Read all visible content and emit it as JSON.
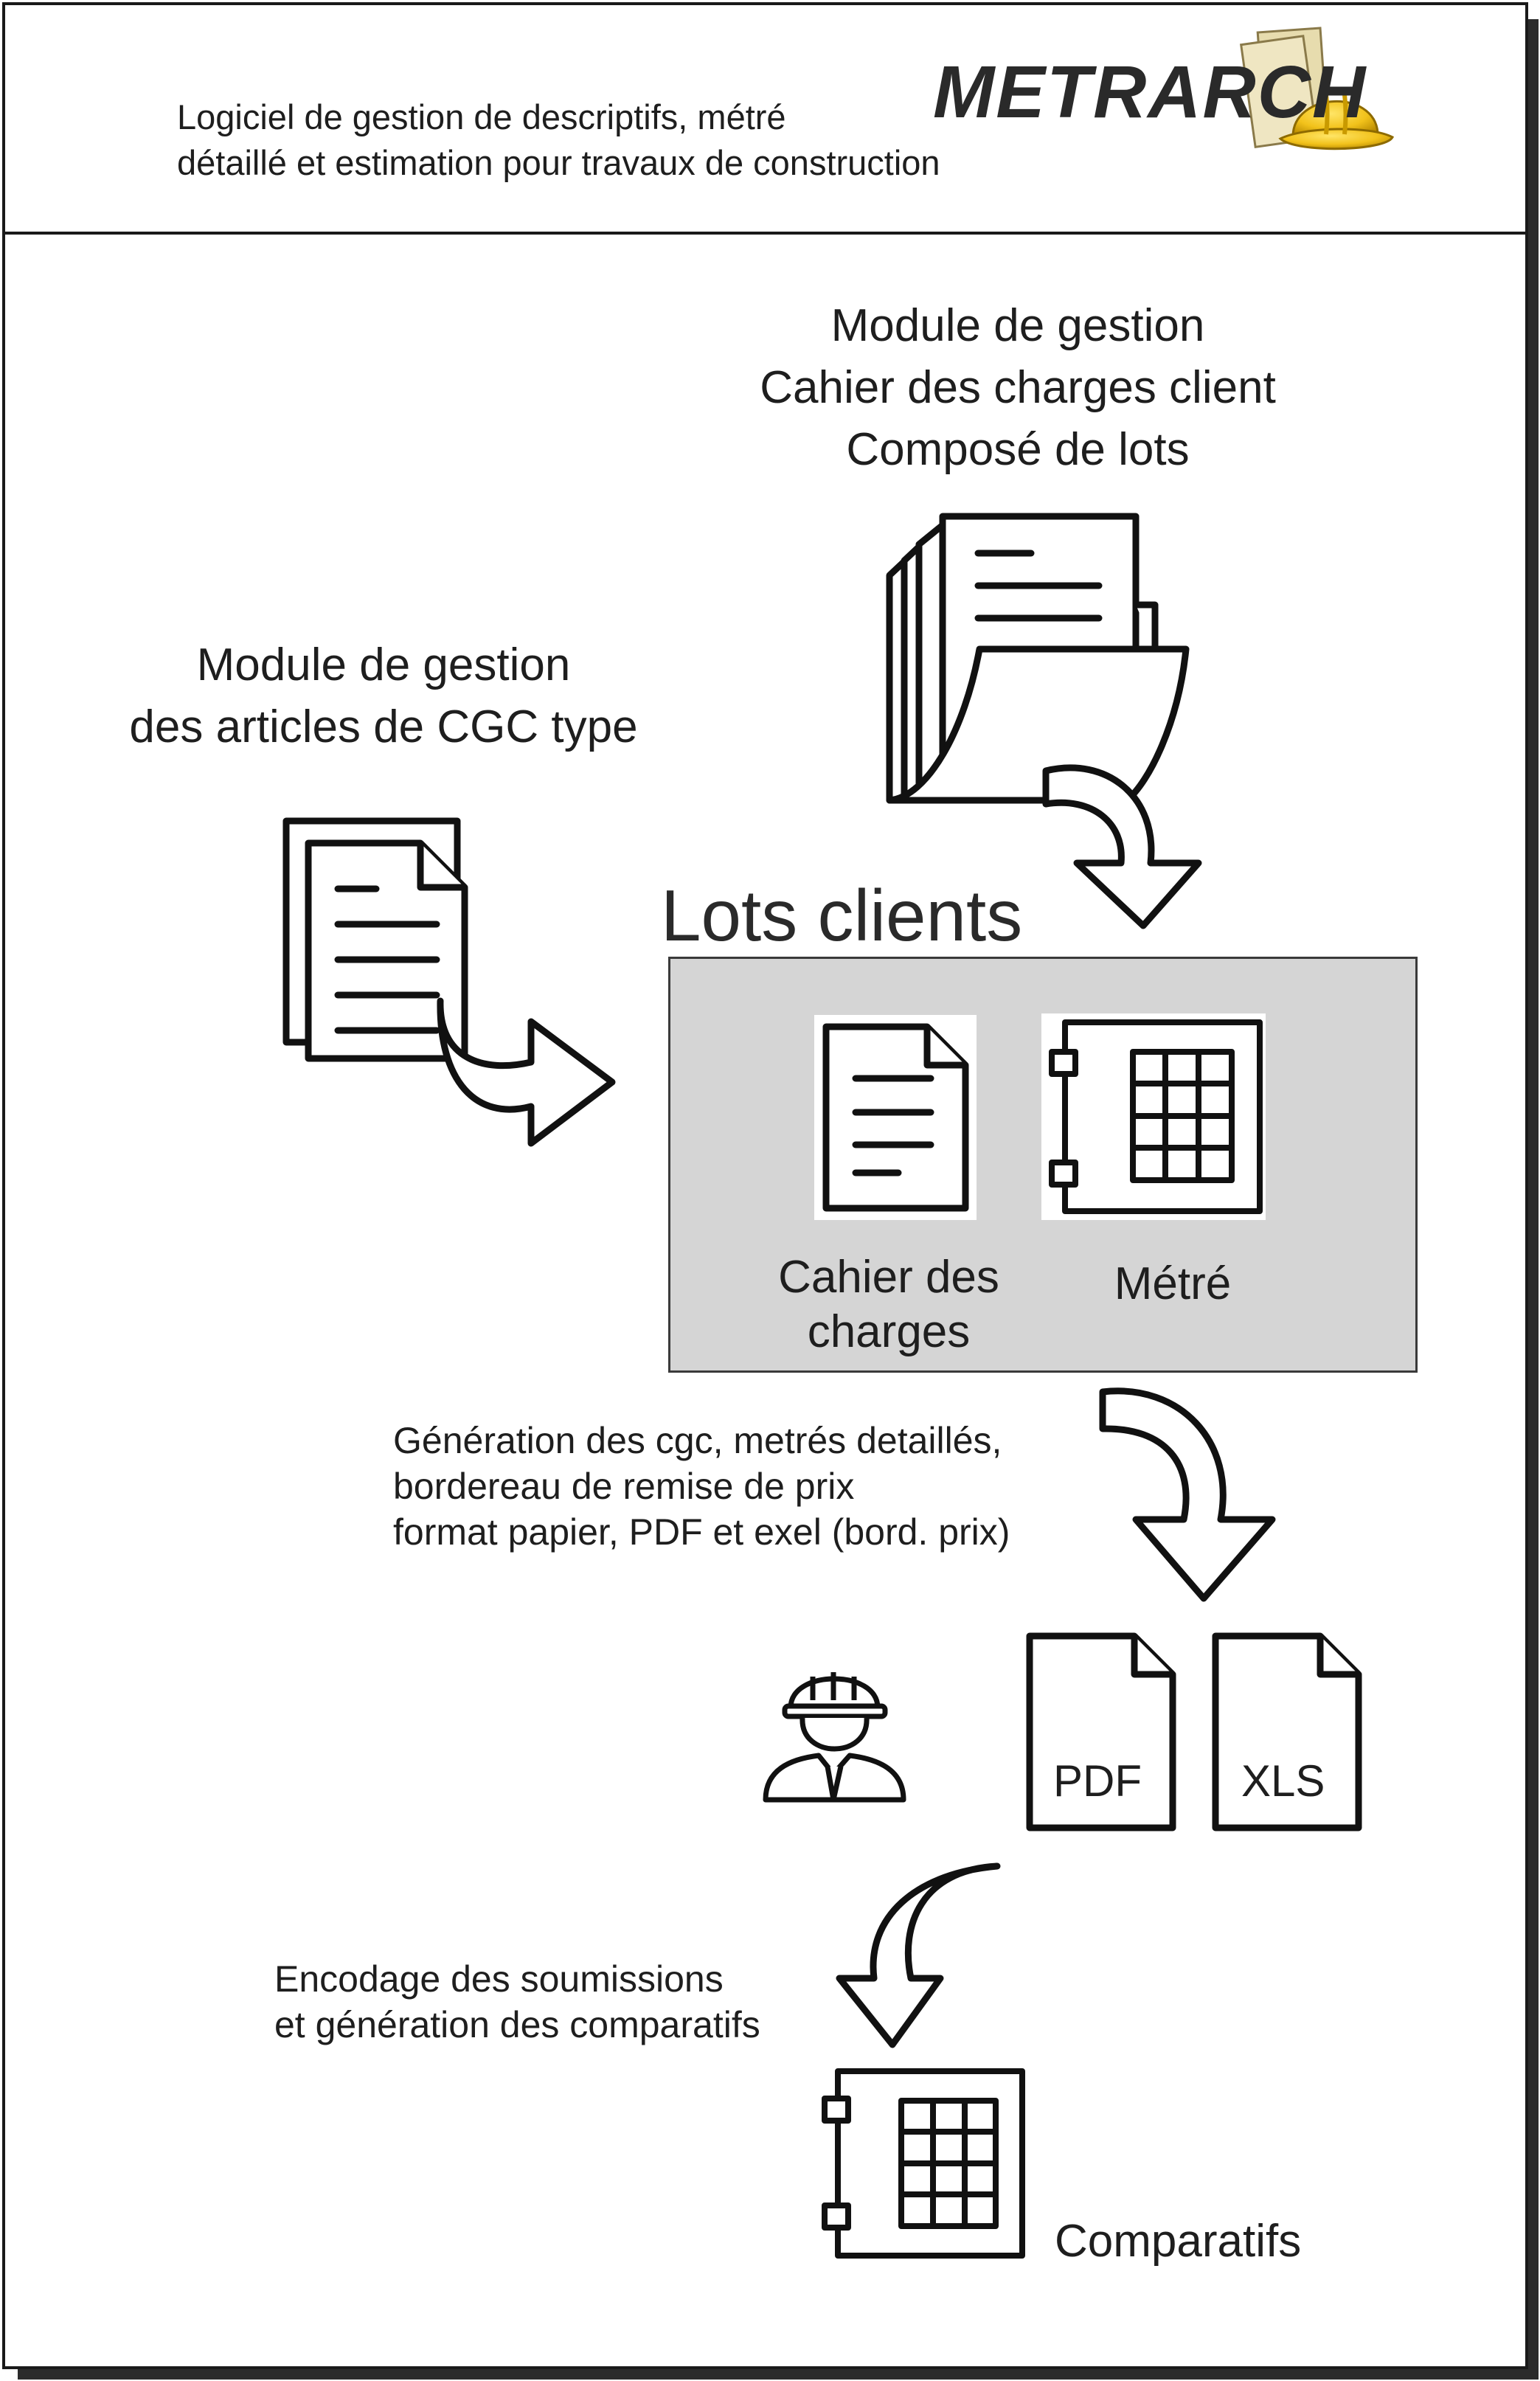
{
  "header": {
    "subtitle_line1": "Logiciel de gestion de descriptifs, métré",
    "subtitle_line2": "détaillé et estimation pour travaux de construction",
    "brand": "METRARCH"
  },
  "modules": {
    "cahier_line1": "Module de gestion",
    "cahier_line2": "Cahier des charges client",
    "cahier_line3": "Composé de lots",
    "cgc_line1": "Module de gestion",
    "cgc_line2": "des articles de CGC type"
  },
  "lots": {
    "title": "Lots clients",
    "cahier_label_line1": "Cahier des",
    "cahier_label_line2": "charges",
    "metre_label": "Métré"
  },
  "generation": {
    "line1": "Génération des cgc, metrés detaillés,",
    "line2": "bordereau de remise de prix",
    "line3": "format papier, PDF et exel (bord. prix)"
  },
  "outputs": {
    "pdf": "PDF",
    "xls": "XLS"
  },
  "encodage": {
    "line1": "Encodage des soumissions",
    "line2": "et génération des comparatifs"
  },
  "comparatifs": "Comparatifs",
  "icons": [
    "document-folder-icon",
    "documents-icon",
    "document-icon",
    "spreadsheet-binder-icon",
    "engineer-icon",
    "pdf-file-icon",
    "xls-file-icon",
    "curved-arrow-icon",
    "hard-hat-icon"
  ]
}
